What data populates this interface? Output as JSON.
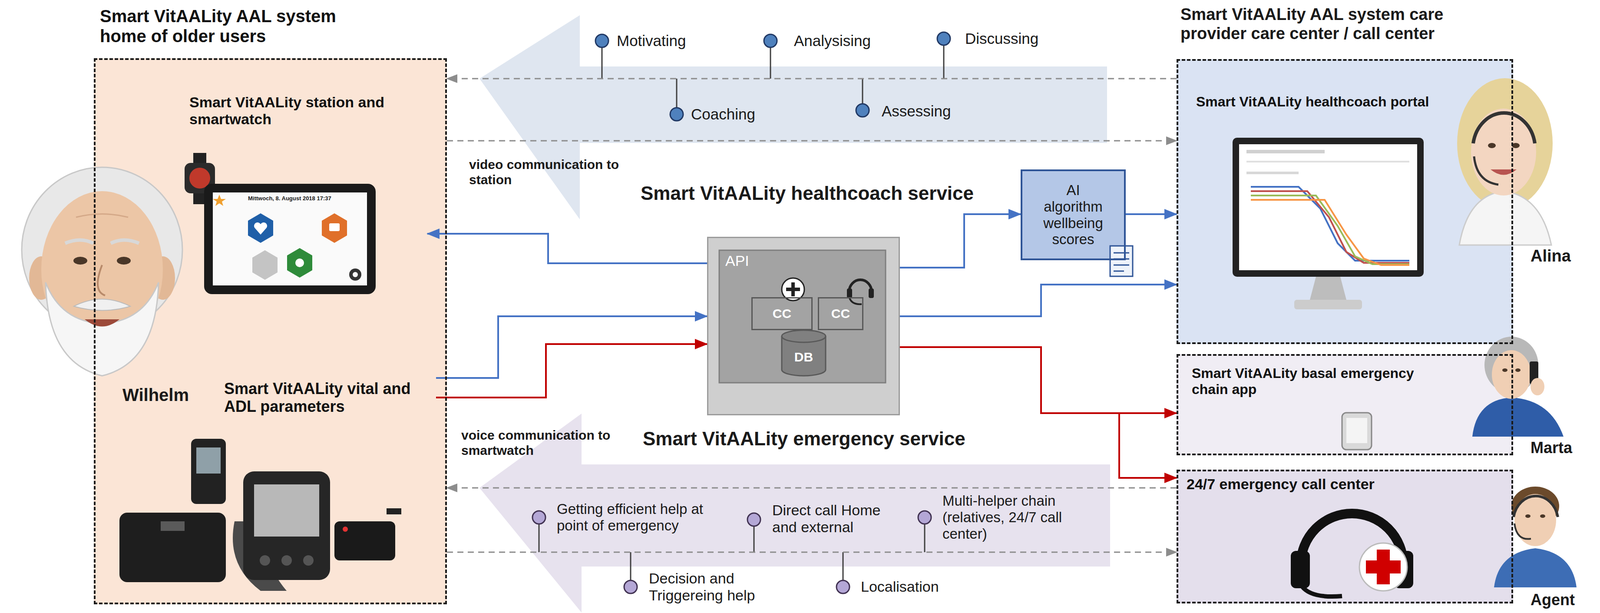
{
  "diagram": {
    "nodes": [
      {
        "text": [
          "Smart VitAALity AAL system home of older users"
        ]
      },
      {
        "text": [
          "Smart VitAALity station and smartwatch"
        ],
        "in": 0
      },
      {
        "text": [
          "Smart VitAALity vital and ADL parameters"
        ],
        "in": 0
      },
      {
        "text": [
          "API"
        ]
      },
      {
        "text": [
          "CC"
        ],
        "in": 3
      },
      {
        "text": [
          "CC"
        ],
        "in": 3
      },
      {
        "text": [
          "DB"
        ],
        "in": 3
      },
      {
        "text": [
          "AI algorithm wellbeing scores"
        ]
      },
      {
        "text": [
          "Smart VitAALity healthcoach portal"
        ]
      },
      {
        "text": [
          "Smart VitAALity basal emergency chain app"
        ]
      },
      {
        "text": [
          "24/7 emergency call center"
        ]
      }
    ],
    "edges": [
      {
        "from": 3,
        "to": 1,
        "arrow": "to"
      },
      {
        "from": 2,
        "to": 3,
        "arrow": "to"
      },
      {
        "from": 2,
        "to": 3,
        "arrow": "to"
      },
      {
        "from": 3,
        "to": 7,
        "arrow": "to"
      },
      {
        "from": 7,
        "to": 8,
        "arrow": "to"
      },
      {
        "from": 3,
        "to": 8,
        "arrow": "to"
      },
      {
        "from": 3,
        "to": 9,
        "arrow": "to"
      },
      {
        "from": 3,
        "to": 10,
        "arrow": "to"
      },
      {
        "from": 8,
        "to": 0,
        "arrow": "to"
      },
      {
        "from": 0,
        "to": 8,
        "arrow": "to"
      },
      {
        "from": 10,
        "to": 0,
        "arrow": "to"
      },
      {
        "from": 0,
        "to": 10,
        "arrow": "to"
      }
    ],
    "labels": [
      "Smart VitAALity AAL system care provider care center / call center",
      "Wilhelm",
      "Mittwoch, 8. August 2018 17:37",
      "video communication to station",
      "Motivating",
      "Analysising",
      "Discussing",
      "Coaching",
      "Assessing",
      "Smart VitAALity healthcoach service",
      "Smart VitAALity emergency service",
      "voice communication to smartwatch",
      "Getting efficient help at point of emergency",
      "Direct call Home and external",
      "Multi-helper chain (relatives, 24/7 call center)",
      "Decision and Triggereing help",
      "Localisation",
      "Alina",
      "Marta",
      "Agent"
    ]
  }
}
